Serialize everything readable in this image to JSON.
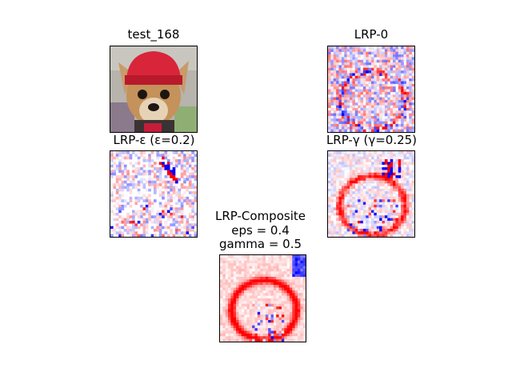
{
  "panels": {
    "input": {
      "title": "test_168"
    },
    "lrp0": {
      "title": "LRP-0"
    },
    "lrp_eps": {
      "title": "LRP-ε (ε=0.2)"
    },
    "lrp_gamma": {
      "title": "LRP-γ (γ=0.25)"
    },
    "lrp_comp": {
      "title_line1": "LRP-Composite",
      "title_line2": "eps = 0.4",
      "title_line3": "gamma = 0.5"
    }
  },
  "colors": {
    "positive": "#e8202a",
    "negative": "#1a1aa0",
    "neutral": "#ffffff",
    "border": "#000000"
  }
}
